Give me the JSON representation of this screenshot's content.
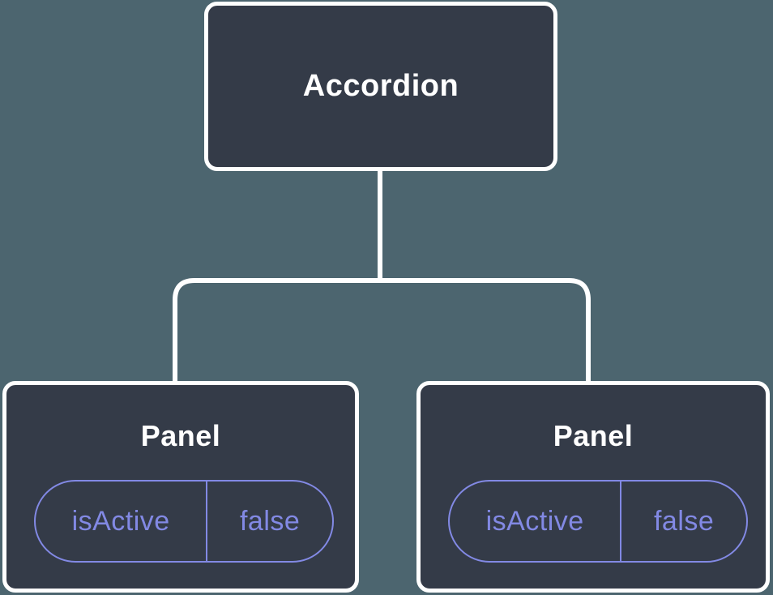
{
  "diagram": {
    "root": {
      "label": "Accordion"
    },
    "panels": [
      {
        "title": "Panel",
        "state_key": "isActive",
        "state_value": "false"
      },
      {
        "title": "Panel",
        "state_key": "isActive",
        "state_value": "false"
      }
    ],
    "colors": {
      "background": "#4c656f",
      "node_fill": "#343b48",
      "node_border": "#ffffff",
      "node_text": "#ffffff",
      "accent_purple": "#8289e4"
    }
  }
}
